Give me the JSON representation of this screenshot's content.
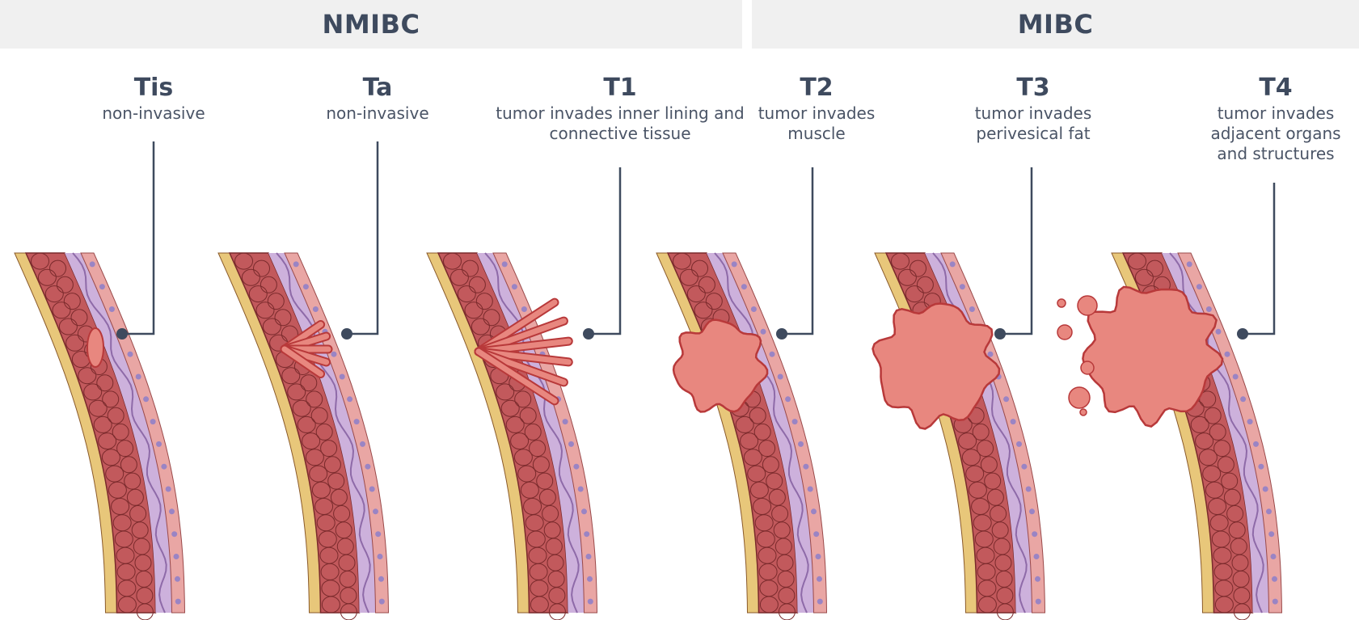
{
  "groups": {
    "nmibc": "NMIBC",
    "mibc": "MIBC"
  },
  "stages": [
    {
      "id": "tis",
      "title": "Tis",
      "desc": "non-invasive"
    },
    {
      "id": "ta",
      "title": "Ta",
      "desc": "non-invasive"
    },
    {
      "id": "t1",
      "title": "T1",
      "desc": "tumor invades inner lining and connective tissue"
    },
    {
      "id": "t2",
      "title": "T2",
      "desc": "tumor invades muscle"
    },
    {
      "id": "t3",
      "title": "T3",
      "desc": "tumor invades perivesical fat"
    },
    {
      "id": "t4",
      "title": "T4",
      "desc": "tumor invades adjacent organs and structures"
    }
  ],
  "colors": {
    "header_band": "#f0f0f0",
    "text": "#3e4a5e",
    "leader_line": "#3e4a5e",
    "fat_layer": "#e8c77a",
    "muscle_layer": "#c2595c",
    "muscle_cell_border": "#7a2a2c",
    "submucosa_layer": "#cdb1dc",
    "urothelium_layer": "#e9a6a4",
    "tumor": "#e8877f",
    "tumor_dark": "#b8393a"
  }
}
